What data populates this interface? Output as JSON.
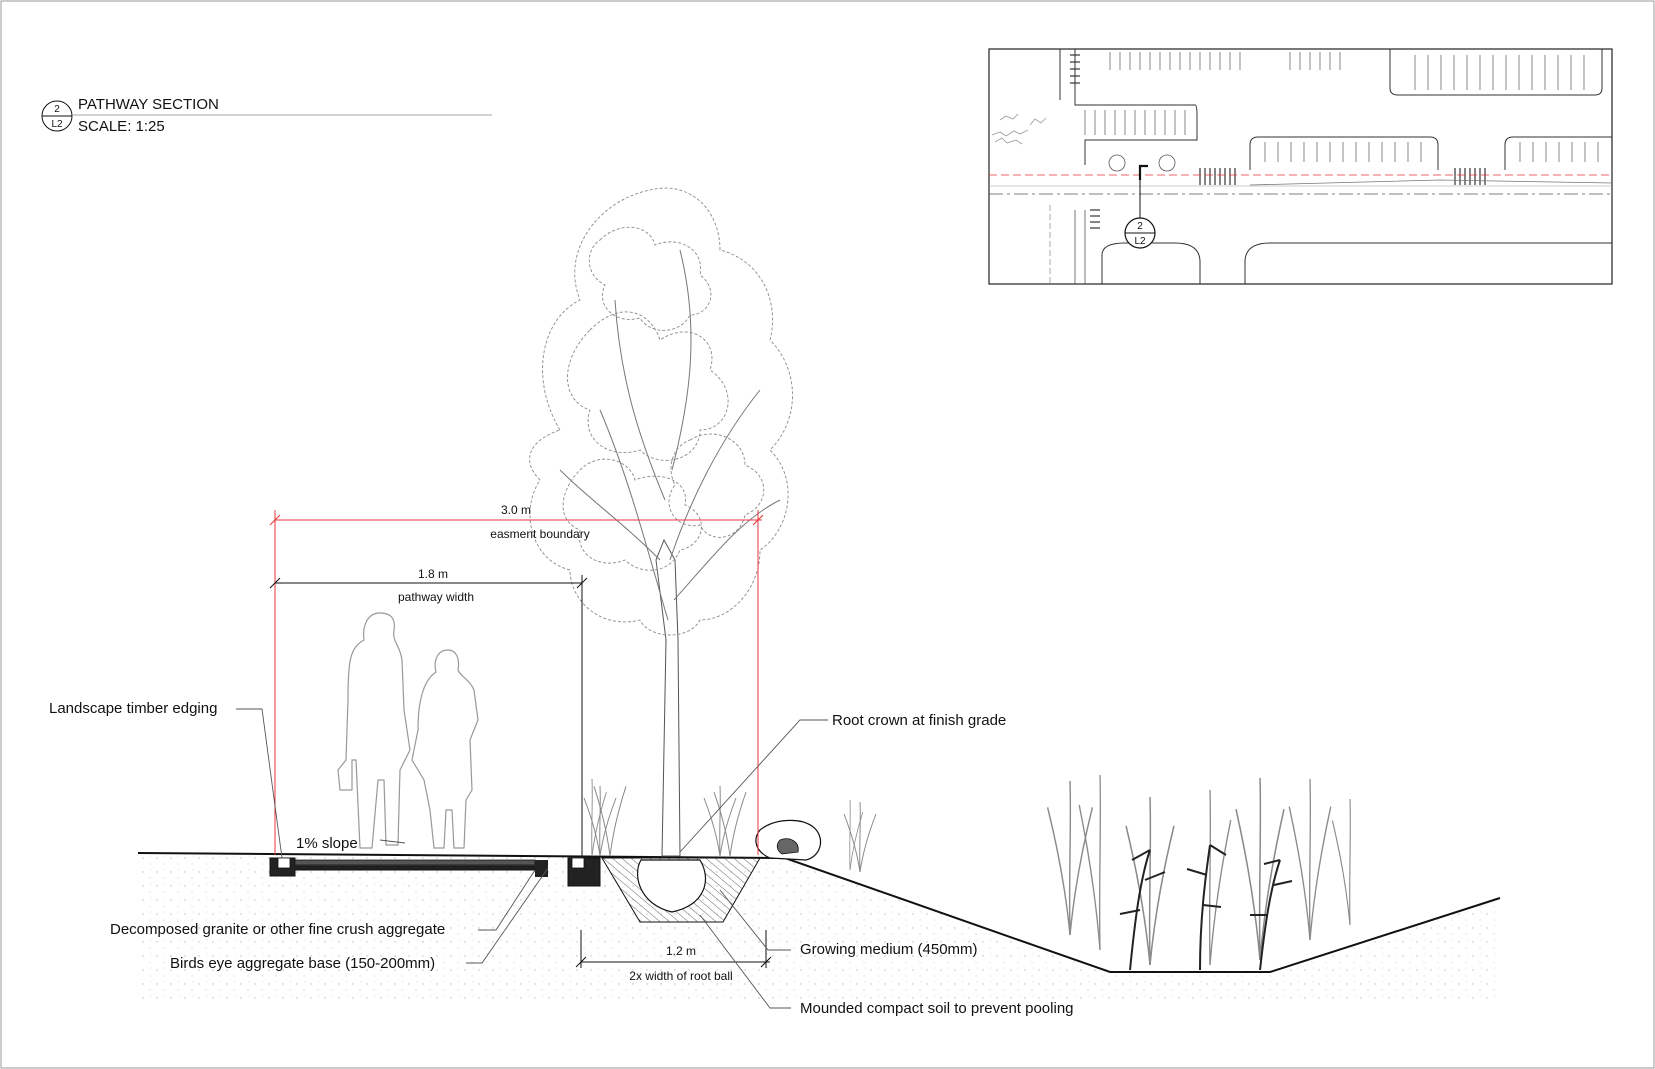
{
  "title_block": {
    "detail_number": "2",
    "sheet_ref": "L2",
    "title": "PATHWAY SECTION",
    "scale": "SCALE: 1:25"
  },
  "key_plan": {
    "marker_number": "2",
    "marker_sheet": "L2"
  },
  "dimensions": {
    "easement": {
      "value": "3.0 m",
      "label": "easment boundary"
    },
    "pathway": {
      "value": "1.8 m",
      "label": "pathway width"
    },
    "root_ball": {
      "value": "1.2 m",
      "label": "2x width of root ball"
    }
  },
  "notes": {
    "timber_edging": "Landscape timber edging",
    "slope": "1% slope",
    "root_crown": "Root crown at finish grade",
    "decomposed_granite": "Decomposed granite or other fine crush aggregate",
    "aggregate_base": "Birds eye aggregate base (150-200mm)",
    "growing_medium": "Growing medium (450mm)",
    "mounded_soil": "Mounded compact soil to prevent pooling"
  },
  "colors": {
    "dimension_red": "#e8333a",
    "linework": "#111111",
    "vegetation": "#777777"
  }
}
